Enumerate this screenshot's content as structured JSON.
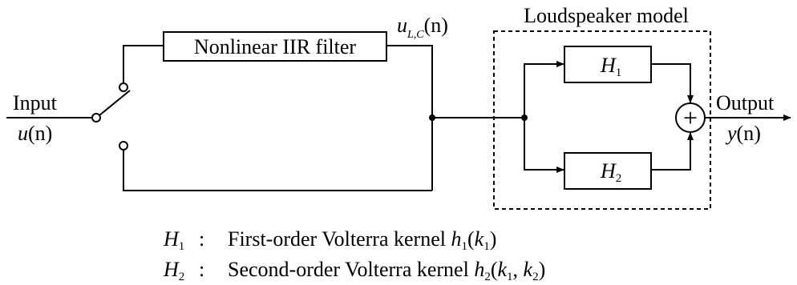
{
  "diagram": {
    "input_label": "Input",
    "input_signal_var": "u",
    "input_signal_arg": "(n)",
    "filter_label": "Nonlinear IIR filter",
    "filter_output_var": "u",
    "filter_output_sub": "L,C",
    "filter_output_arg": "(n)",
    "model_label": "Loudspeaker model",
    "h1_var": "H",
    "h1_sub": "1",
    "h2_var": "H",
    "h2_sub": "2",
    "sum_symbol": "+",
    "output_label": "Output",
    "output_signal_var": "y",
    "output_signal_arg": "(n)"
  },
  "legend": [
    {
      "var": "H",
      "sub": "1",
      "colon": ":",
      "desc": "First-order Volterra  kernel ",
      "kvar": "h",
      "ksub": "1",
      "args": [
        {
          "pre": "(",
          "var": "k",
          "sub": "1",
          "post": ")"
        }
      ]
    },
    {
      "var": "H",
      "sub": "2",
      "colon": ":",
      "desc": "Second-order Volterra  kernel ",
      "kvar": "h",
      "ksub": "2",
      "args": [
        {
          "pre": "(",
          "var": "k",
          "sub": "1",
          "post": ", "
        },
        {
          "pre": "",
          "var": "k",
          "sub": "2",
          "post": ")"
        }
      ]
    }
  ]
}
